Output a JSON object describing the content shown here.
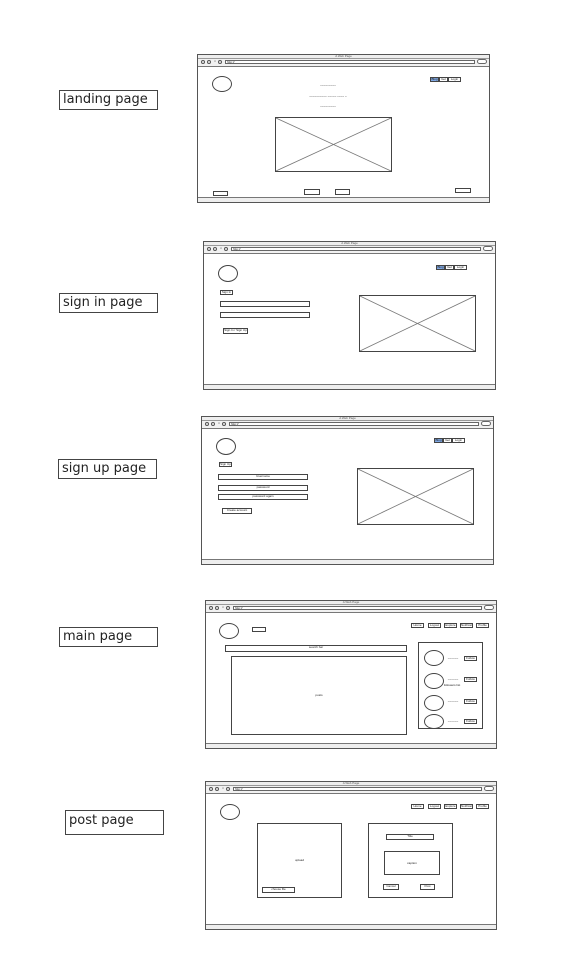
{
  "labels": {
    "landing": "landing page",
    "signin": "sign in page",
    "signup": "sign up page",
    "main": "main page",
    "post": "post page"
  },
  "frame_title": "A Web Page",
  "url_text": "http://",
  "nav_tabs": [
    "Blog",
    "Get",
    "Login"
  ],
  "main_tabs": [
    "Home",
    "Logout",
    "Explore",
    "Notifications",
    "Profile"
  ],
  "landing": {
    "headline": "~~~~~~~~~",
    "tagline": "~~~~~~~~~~ ~~~~~ ~~~~ ~",
    "subline": "~~~~~~~~~"
  },
  "signin": {
    "heading": "Sign In",
    "submit": "Sign In / Sign Up"
  },
  "signup": {
    "heading": "Sign Up",
    "field_1": "Username",
    "field_2": "password",
    "field_3": "password again",
    "submit": "Create account"
  },
  "main": {
    "search": "search bar",
    "feed": "posts",
    "suggestions": [
      "~~~~~~",
      "~~~~~~",
      "~~~~~~",
      "~~~~~~"
    ],
    "suggest_note": "followers list",
    "follow_label": "Follow"
  },
  "post": {
    "upload": "upload",
    "upload_btn": "choose file",
    "title_field": "Title",
    "caption": "caption",
    "cancel": "Cancel",
    "post_btn": "Post"
  }
}
